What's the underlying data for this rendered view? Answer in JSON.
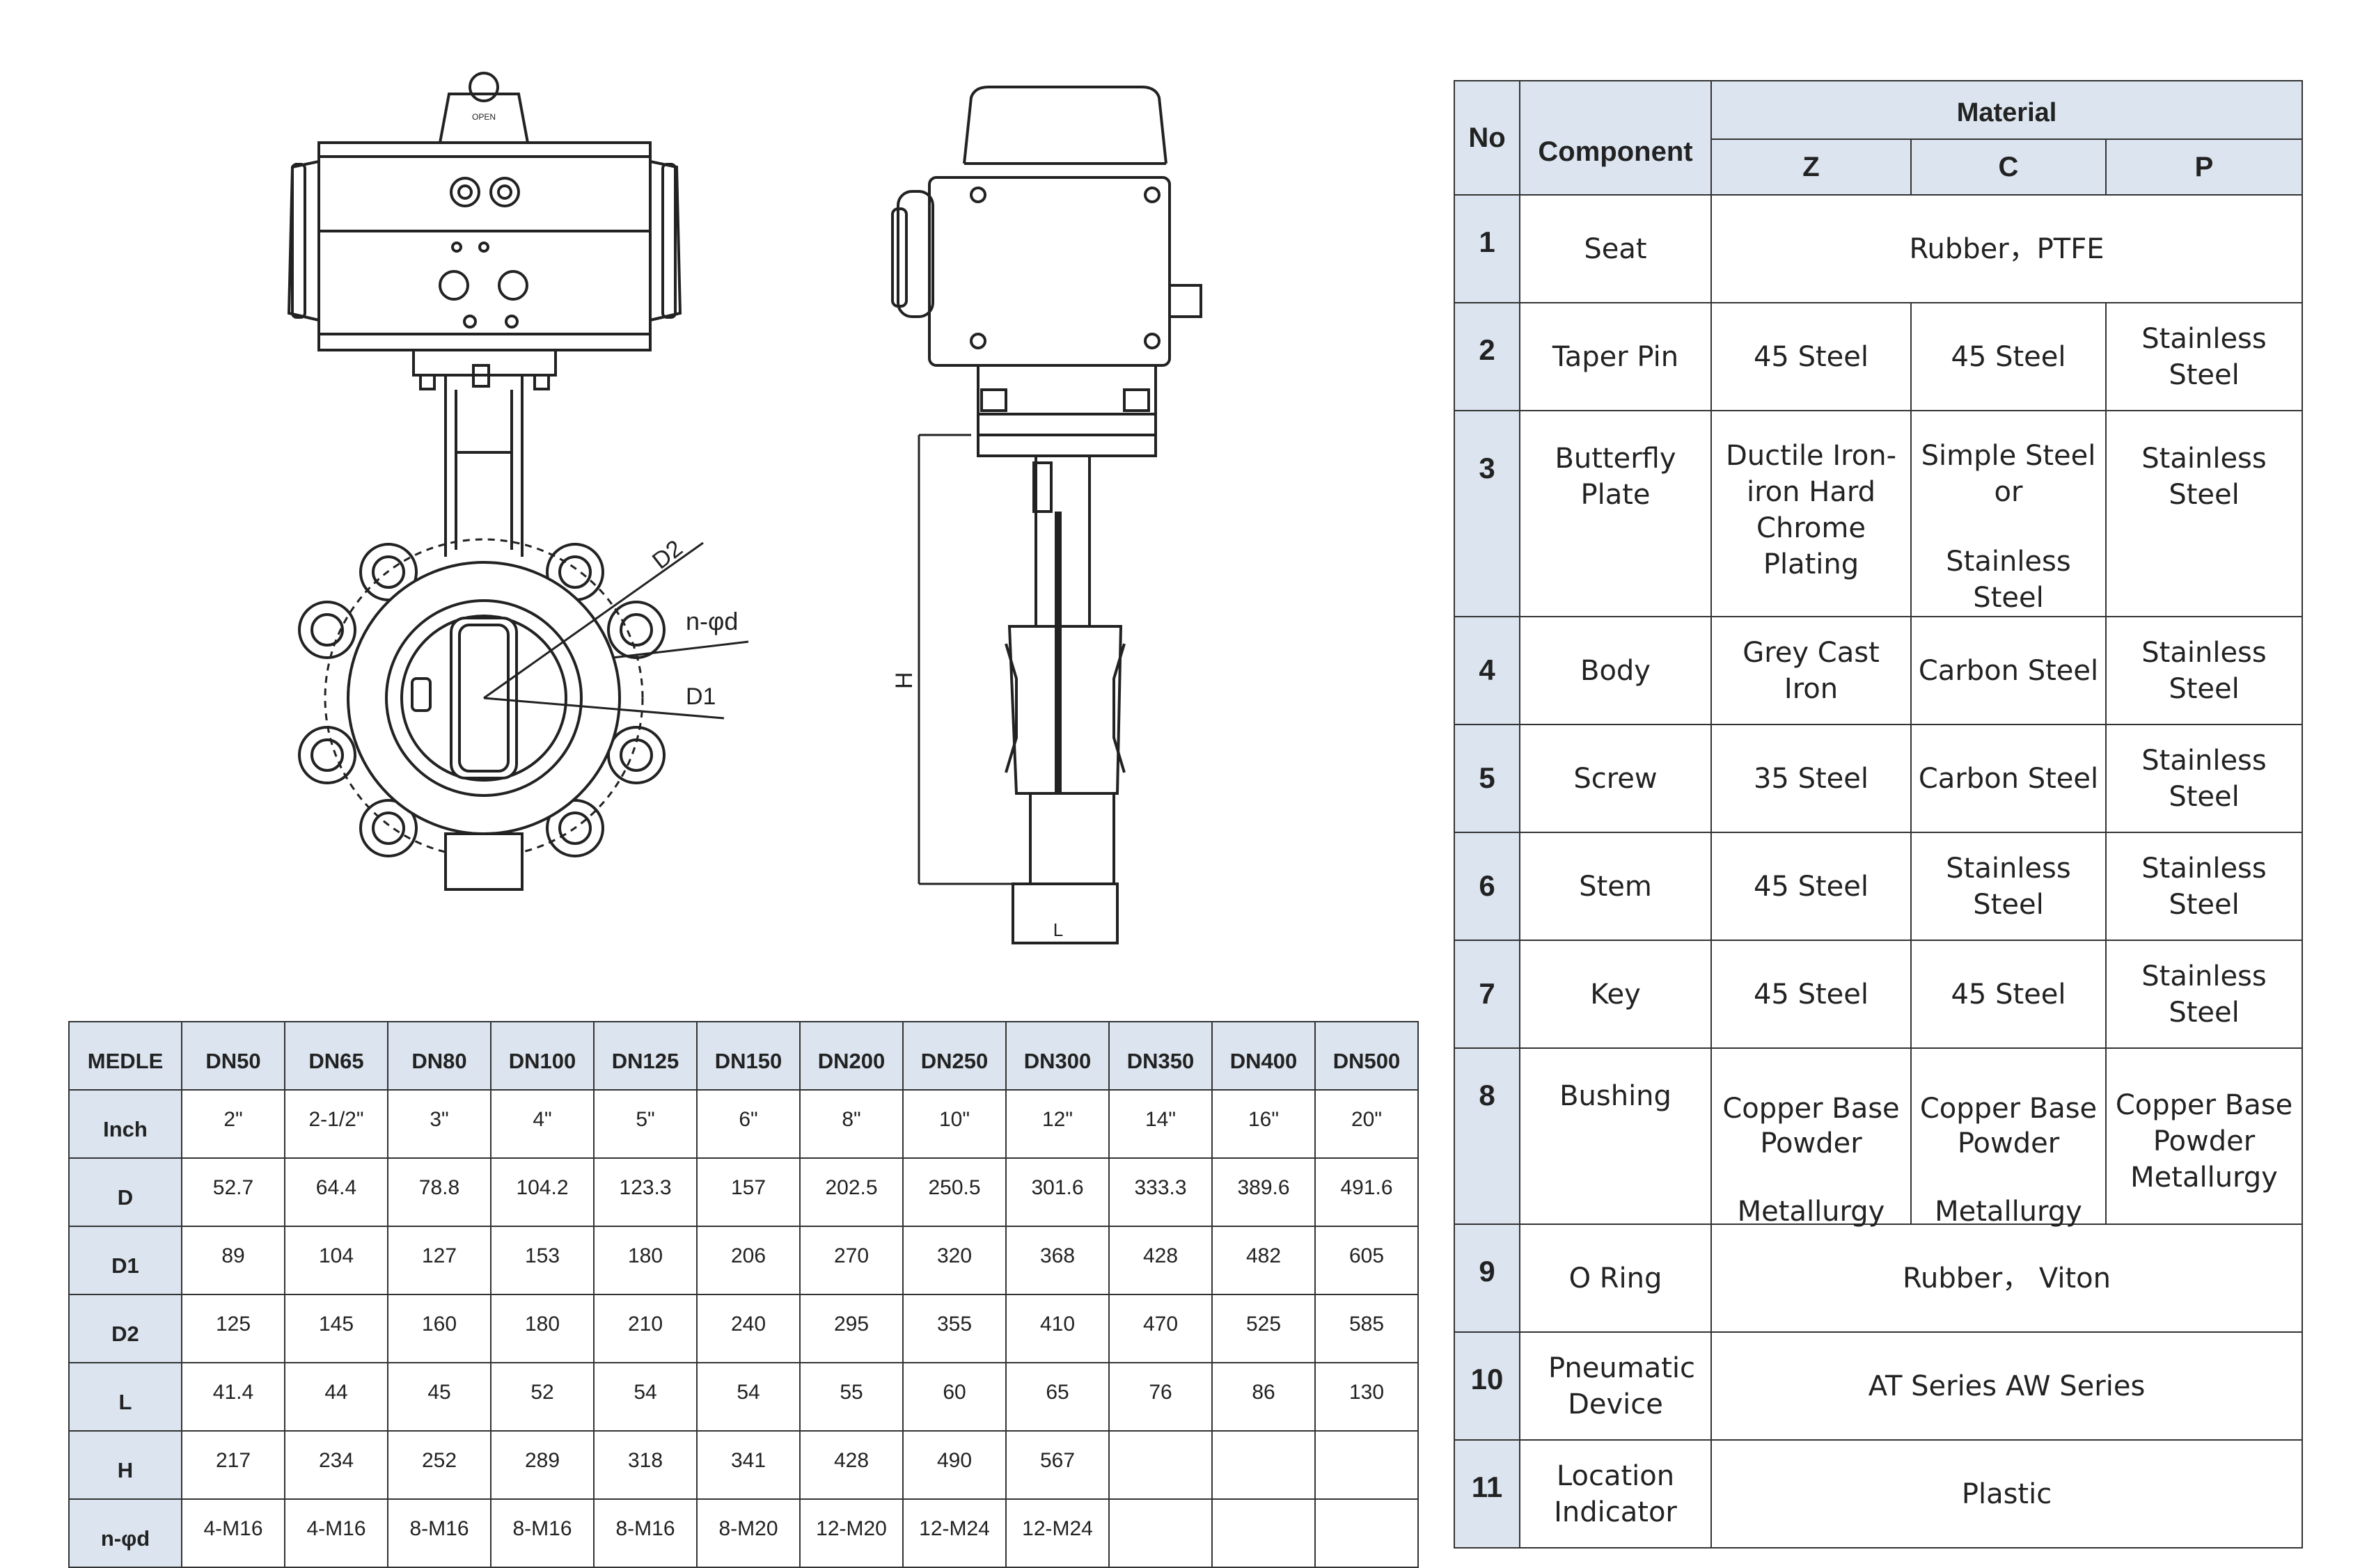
{
  "drawing": {
    "actuator_label": "OPEN",
    "labels": {
      "d2": "D2",
      "nphid": "n-φd",
      "d1": "D1",
      "h": "H",
      "l": "L"
    }
  },
  "dimensions": {
    "header_label": "MEDLE",
    "columns": [
      "DN50",
      "DN65",
      "DN80",
      "DN100",
      "DN125",
      "DN150",
      "DN200",
      "DN250",
      "DN300",
      "DN350",
      "DN400",
      "DN500"
    ],
    "rows": [
      {
        "label": "Inch",
        "values": [
          "2\"",
          "2-1/2\"",
          "3\"",
          "4\"",
          "5\"",
          "6\"",
          "8\"",
          "10\"",
          "12\"",
          "14\"",
          "16\"",
          "20\""
        ]
      },
      {
        "label": "D",
        "values": [
          "52.7",
          "64.4",
          "78.8",
          "104.2",
          "123.3",
          "157",
          "202.5",
          "250.5",
          "301.6",
          "333.3",
          "389.6",
          "491.6"
        ]
      },
      {
        "label": "D1",
        "values": [
          "89",
          "104",
          "127",
          "153",
          "180",
          "206",
          "270",
          "320",
          "368",
          "428",
          "482",
          "605"
        ]
      },
      {
        "label": "D2",
        "values": [
          "125",
          "145",
          "160",
          "180",
          "210",
          "240",
          "295",
          "355",
          "410",
          "470",
          "525",
          "585"
        ]
      },
      {
        "label": "L",
        "values": [
          "41.4",
          "44",
          "45",
          "52",
          "54",
          "54",
          "55",
          "60",
          "65",
          "76",
          "86",
          "130"
        ]
      },
      {
        "label": "H",
        "values": [
          "217",
          "234",
          "252",
          "289",
          "318",
          "341",
          "428",
          "490",
          "567",
          "",
          "",
          ""
        ]
      },
      {
        "label": "n-φd",
        "values": [
          "4-M16",
          "4-M16",
          "8-M16",
          "8-M16",
          "8-M16",
          "8-M20",
          "12-M20",
          "12-M24",
          "12-M24",
          "",
          "",
          ""
        ]
      }
    ]
  },
  "materials": {
    "header": {
      "no": "No",
      "component": "Component",
      "material": "Material",
      "z": "Z",
      "c": "C",
      "p": "P"
    },
    "rows": [
      {
        "no": "1",
        "component": "Seat",
        "all": "Rubber，PTFE"
      },
      {
        "no": "2",
        "component": "Taper Pin",
        "z": "45 Steel",
        "c": "45 Steel",
        "p": "Stainless Steel"
      },
      {
        "no": "3",
        "component": "Butterfly Plate",
        "z": "Ductile Iron-iron Hard Chrome Plating",
        "c1": "Simple Steel or",
        "c2": "Stainless Steel",
        "p": "Stainless Steel"
      },
      {
        "no": "4",
        "component": "Body",
        "z": "Grey Cast Iron",
        "c": "Carbon Steel",
        "p": "Stainless Steel"
      },
      {
        "no": "5",
        "component": "Screw",
        "z": "35 Steel",
        "c": "Carbon Steel",
        "p": "Stainless Steel"
      },
      {
        "no": "6",
        "component": "Stem",
        "z": "45 Steel",
        "c": "Stainless Steel",
        "p": "Stainless Steel"
      },
      {
        "no": "7",
        "component": "Key",
        "z": "45 Steel",
        "c": "45 Steel",
        "p": "Stainless Steel"
      },
      {
        "no": "8",
        "component": "Bushing",
        "z1": "Copper Base",
        "z2": "Powder",
        "z3": "Metallurgy",
        "c1": "Copper Base",
        "c2": "Powder",
        "c3": "Metallurgy",
        "p": "Copper Base Powder Metallurgy"
      },
      {
        "no": "9",
        "component": "O Ring",
        "all": "Rubber， Viton"
      },
      {
        "no": "10",
        "component": "Pneumatic Device",
        "all": "AT Series  AW Series"
      },
      {
        "no": "11",
        "component": "Location Indicator",
        "all": "Plastic"
      }
    ]
  }
}
